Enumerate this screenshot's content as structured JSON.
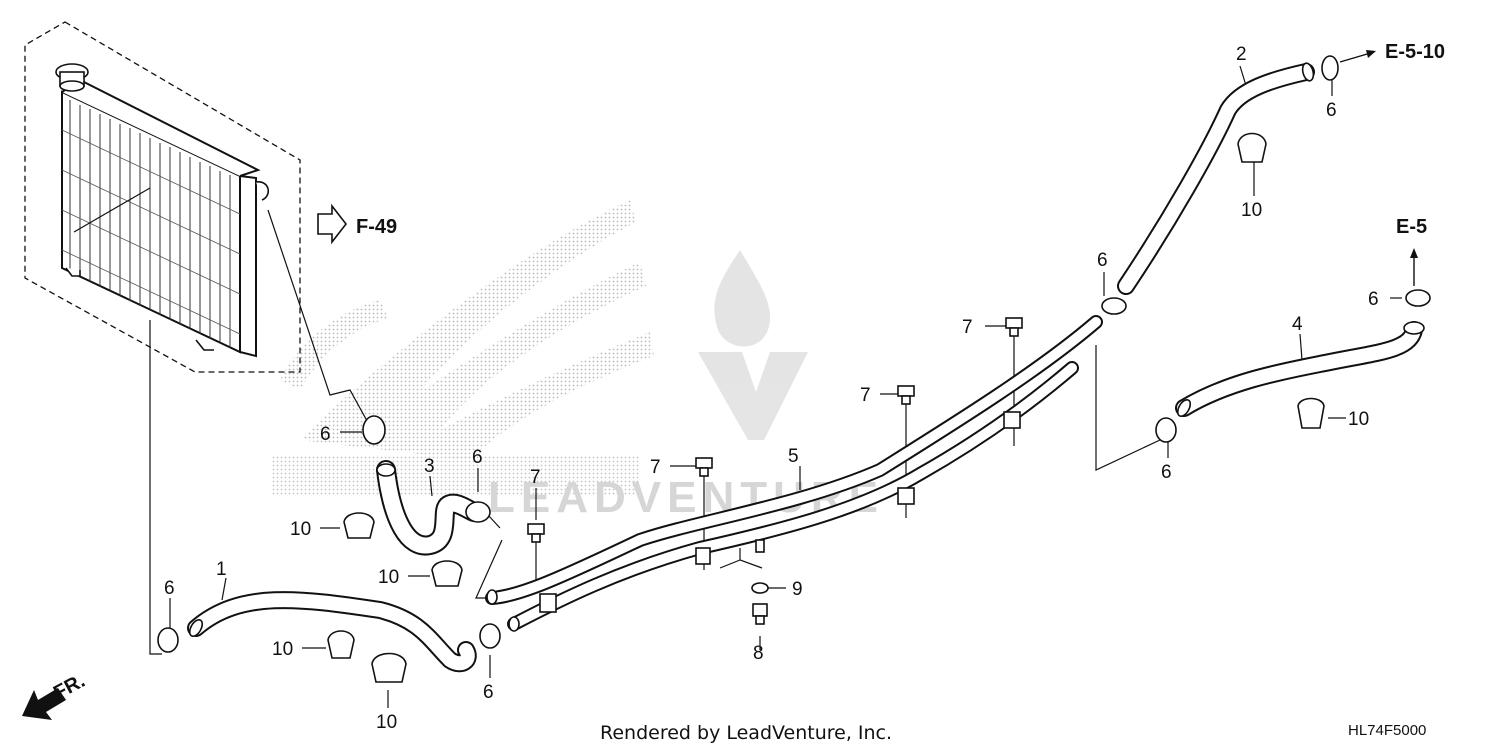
{
  "diagram": {
    "callouts": [
      {
        "id": "c1",
        "label": "1"
      },
      {
        "id": "c2",
        "label": "2"
      },
      {
        "id": "c3",
        "label": "3"
      },
      {
        "id": "c4",
        "label": "4"
      },
      {
        "id": "c5",
        "label": "5"
      },
      {
        "id": "c6a",
        "label": "6"
      },
      {
        "id": "c6b",
        "label": "6"
      },
      {
        "id": "c6c",
        "label": "6"
      },
      {
        "id": "c6d",
        "label": "6"
      },
      {
        "id": "c6e",
        "label": "6"
      },
      {
        "id": "c6f",
        "label": "6"
      },
      {
        "id": "c6g",
        "label": "6"
      },
      {
        "id": "c6h",
        "label": "6"
      },
      {
        "id": "c7a",
        "label": "7"
      },
      {
        "id": "c7b",
        "label": "7"
      },
      {
        "id": "c7c",
        "label": "7"
      },
      {
        "id": "c7d",
        "label": "7"
      },
      {
        "id": "c8",
        "label": "8"
      },
      {
        "id": "c9",
        "label": "9"
      },
      {
        "id": "c10a",
        "label": "10"
      },
      {
        "id": "c10b",
        "label": "10"
      },
      {
        "id": "c10c",
        "label": "10"
      },
      {
        "id": "c10d",
        "label": "10"
      },
      {
        "id": "c10e",
        "label": "10"
      },
      {
        "id": "c10f",
        "label": "10"
      }
    ],
    "references": {
      "f49": "F-49",
      "e510": "E-5-10",
      "e5": "E-5",
      "front": "FR."
    },
    "watermark": "LEADVENTURE",
    "footer_credit": "Rendered by LeadVenture, Inc.",
    "diagram_code": "HL74F5000"
  }
}
